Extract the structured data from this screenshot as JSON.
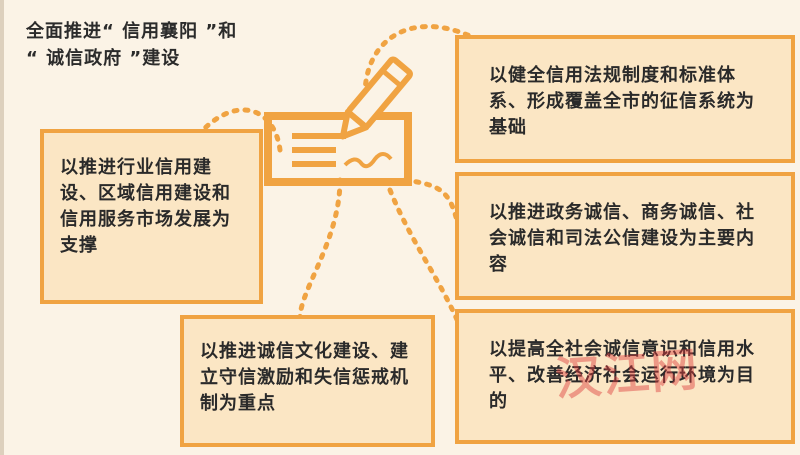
{
  "title": "全面推进“ 信用襄阳 ”和\n“ 诚信政府 ”建设",
  "boxes": {
    "left": "以推进行业信用建设、区域信用建设和信用服务市场发展为支撑",
    "bottom": "以推进诚信文化建设、建立守信激励和失信惩戒机制为重点",
    "right_top": "以健全信用法规制度和标准体系、形成覆盖全市的征信系统为基础",
    "right_middle": "以推进政务诚信、商务诚信、社会诚信和司法公信建设为主要内容",
    "right_bottom": "以提高全社会诚信意识和信用水平、改善经济社会运行环境为目的"
  },
  "watermark": "汉江网",
  "colors": {
    "box_fill": "#fbe6c4",
    "box_border": "#f0a342",
    "connector": "#f0a342",
    "background": "#fbf3e6"
  },
  "icons": [
    "contract-pen-icon"
  ]
}
